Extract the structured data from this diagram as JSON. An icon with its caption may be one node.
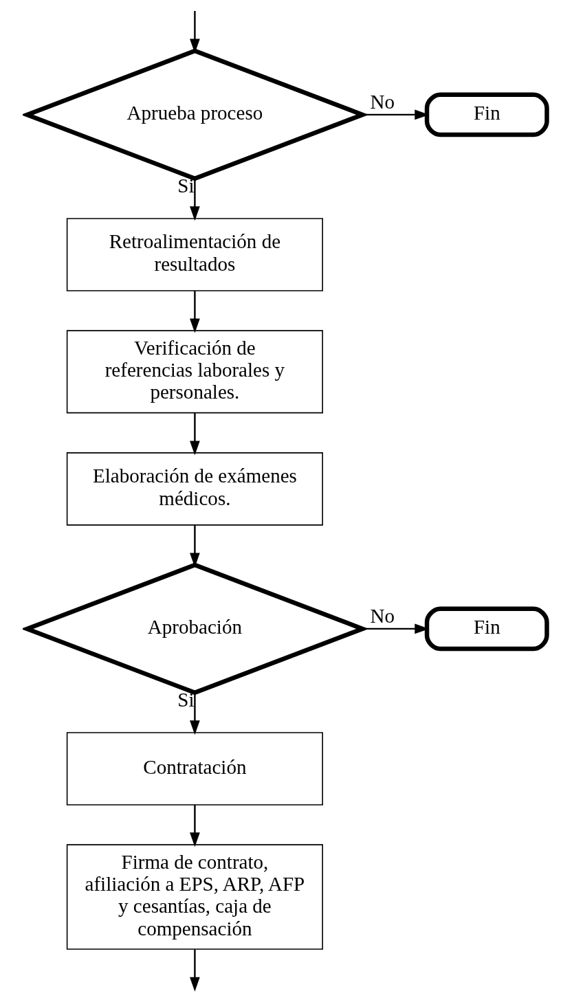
{
  "diagram": {
    "nodes": [
      {
        "text": [
          "Aprueba proceso"
        ]
      },
      {
        "text": [
          "Fin"
        ]
      },
      {
        "text": [
          "Retroalimentación de resultados"
        ]
      },
      {
        "text": [
          "Verificación de referencias laborales y personales."
        ]
      },
      {
        "text": [
          "Elaboración de exámenes médicos."
        ]
      },
      {
        "text": [
          "Aprobación"
        ]
      },
      {
        "text": [
          "Fin"
        ]
      },
      {
        "text": [
          "Contratación"
        ]
      },
      {
        "text": [
          "Firma de contrato, afiliación a EPS, ARP, AFP y cesantías, caja de compensación"
        ]
      }
    ],
    "edges": [
      {
        "from": null,
        "to": 0,
        "arrow": "to"
      },
      {
        "from": 0,
        "to": 1,
        "arrow": "to",
        "label": "No"
      },
      {
        "from": 0,
        "to": 2,
        "arrow": "to",
        "label": "Si"
      },
      {
        "from": 2,
        "to": 3,
        "arrow": "to"
      },
      {
        "from": 3,
        "to": 4,
        "arrow": "to"
      },
      {
        "from": 4,
        "to": 5,
        "arrow": "to"
      },
      {
        "from": 5,
        "to": 6,
        "arrow": "to",
        "label": "No"
      },
      {
        "from": 5,
        "to": 7,
        "arrow": "to",
        "label": "Si"
      },
      {
        "from": 7,
        "to": 8,
        "arrow": "to"
      },
      {
        "from": 8,
        "to": null,
        "arrow": "to"
      }
    ]
  }
}
